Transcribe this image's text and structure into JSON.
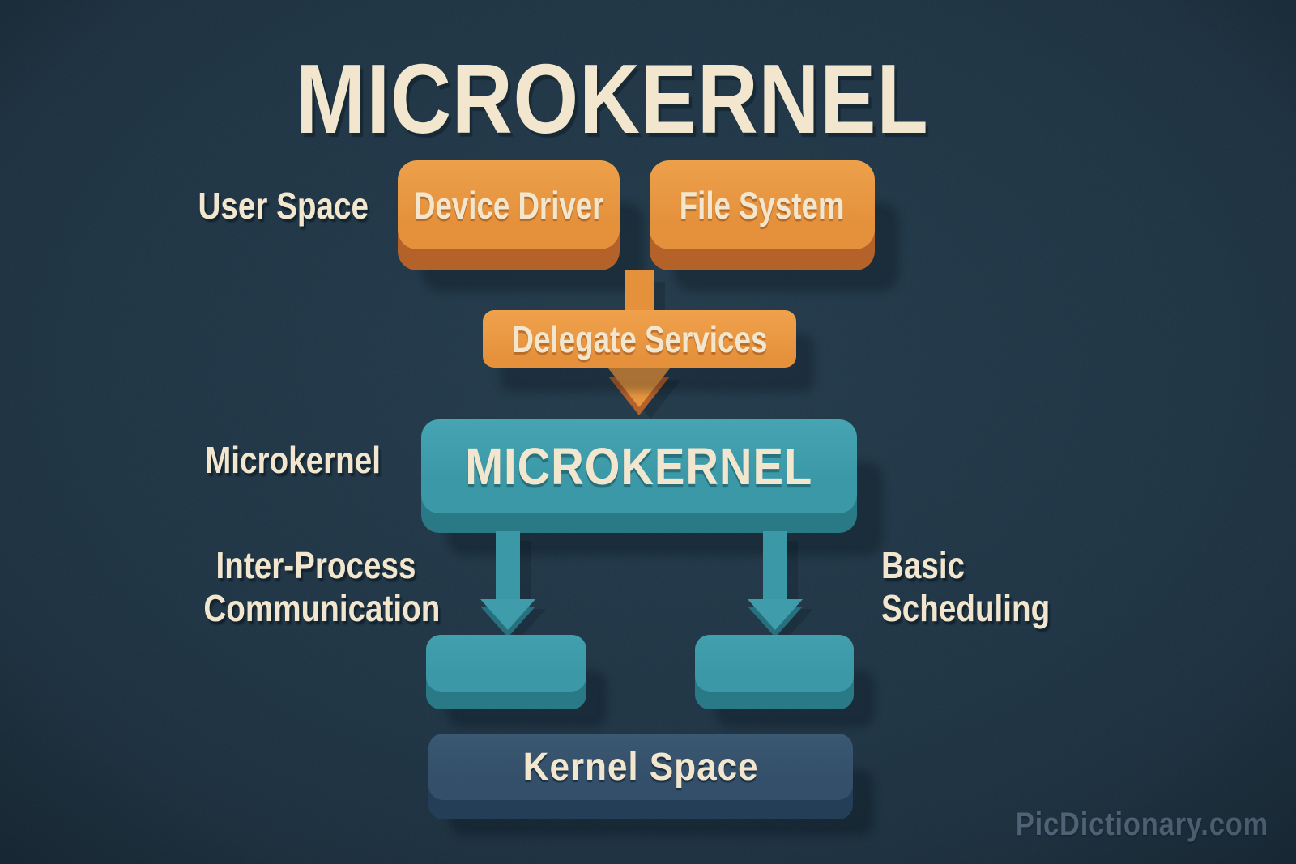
{
  "header": {
    "title": "MICROKERNEL"
  },
  "user_space": {
    "label": "User Space",
    "boxes": [
      "Device Driver",
      "File System"
    ]
  },
  "flow": {
    "delegate_label": "Delegate Services"
  },
  "microkernel": {
    "side_label": "Microkernel",
    "box_label": "MICROKERNEL",
    "services": [
      {
        "line1": "Inter-Process",
        "line2": "Communication"
      },
      {
        "line1": "Basic",
        "line2": "Scheduling"
      }
    ]
  },
  "kernel_space": {
    "label": "Kernel Space"
  },
  "footer": {
    "watermark": "PicDictionary.com"
  },
  "colors": {
    "bg": "#1d3343",
    "bg-mid": "#223a4b",
    "bg-dark": "#152531",
    "cream": "#f2e7ce",
    "orange": "#e5913c",
    "orange-light": "#eda04a",
    "orange-dark": "#b4612a",
    "teal": "#3b98a7",
    "teal-dark": "#2a7987",
    "slate": "#344f69",
    "slate-dark": "#243e58",
    "watermark": "#4e6476"
  }
}
